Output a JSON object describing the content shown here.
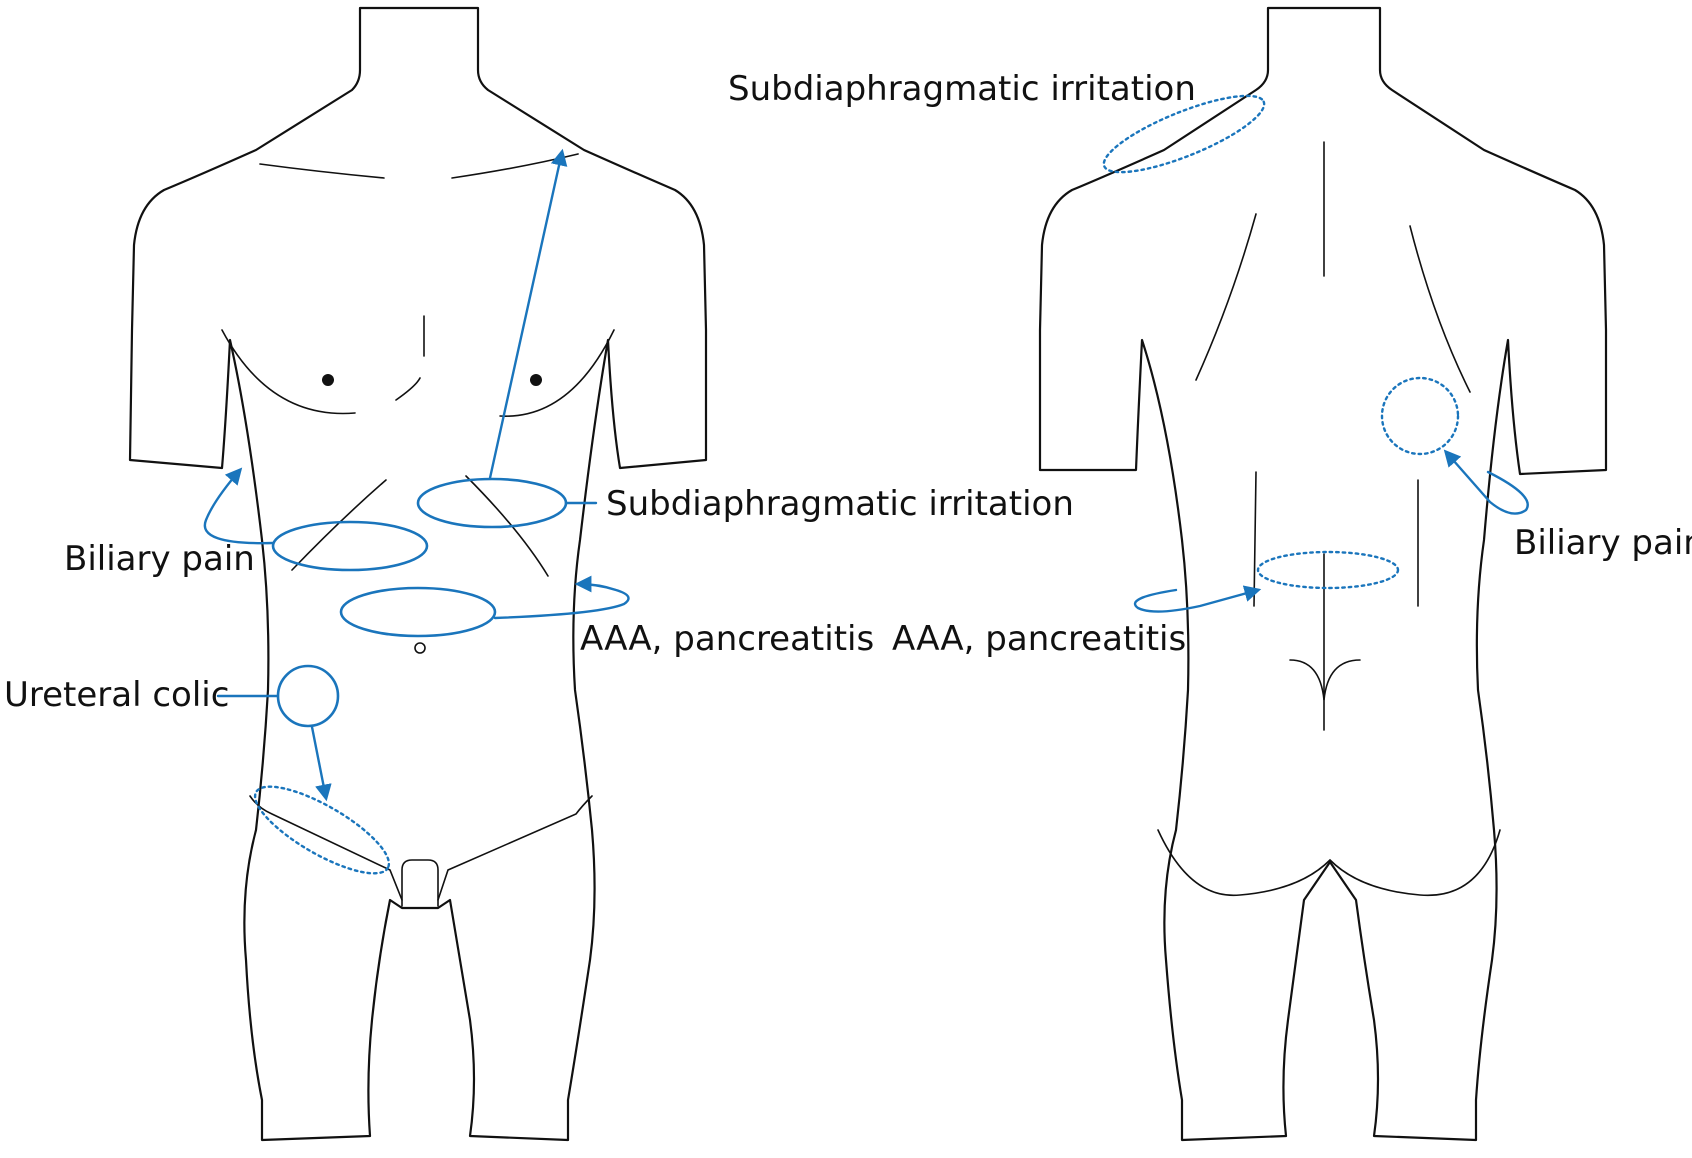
{
  "colors": {
    "accent": "#1a75bc",
    "outline": "#111111",
    "background": "#ffffff"
  },
  "labels": {
    "subdiaphragmatic_front": "Subdiaphragmatic irritation",
    "biliary_front": "Biliary pain",
    "aaa_front": "AAA, pancreatitis",
    "ureteral": "Ureteral colic",
    "subdiaphragmatic_back": "Subdiaphragmatic irritation",
    "biliary_back": "Biliary pain",
    "aaa_back": "AAA, pancreatitis"
  }
}
